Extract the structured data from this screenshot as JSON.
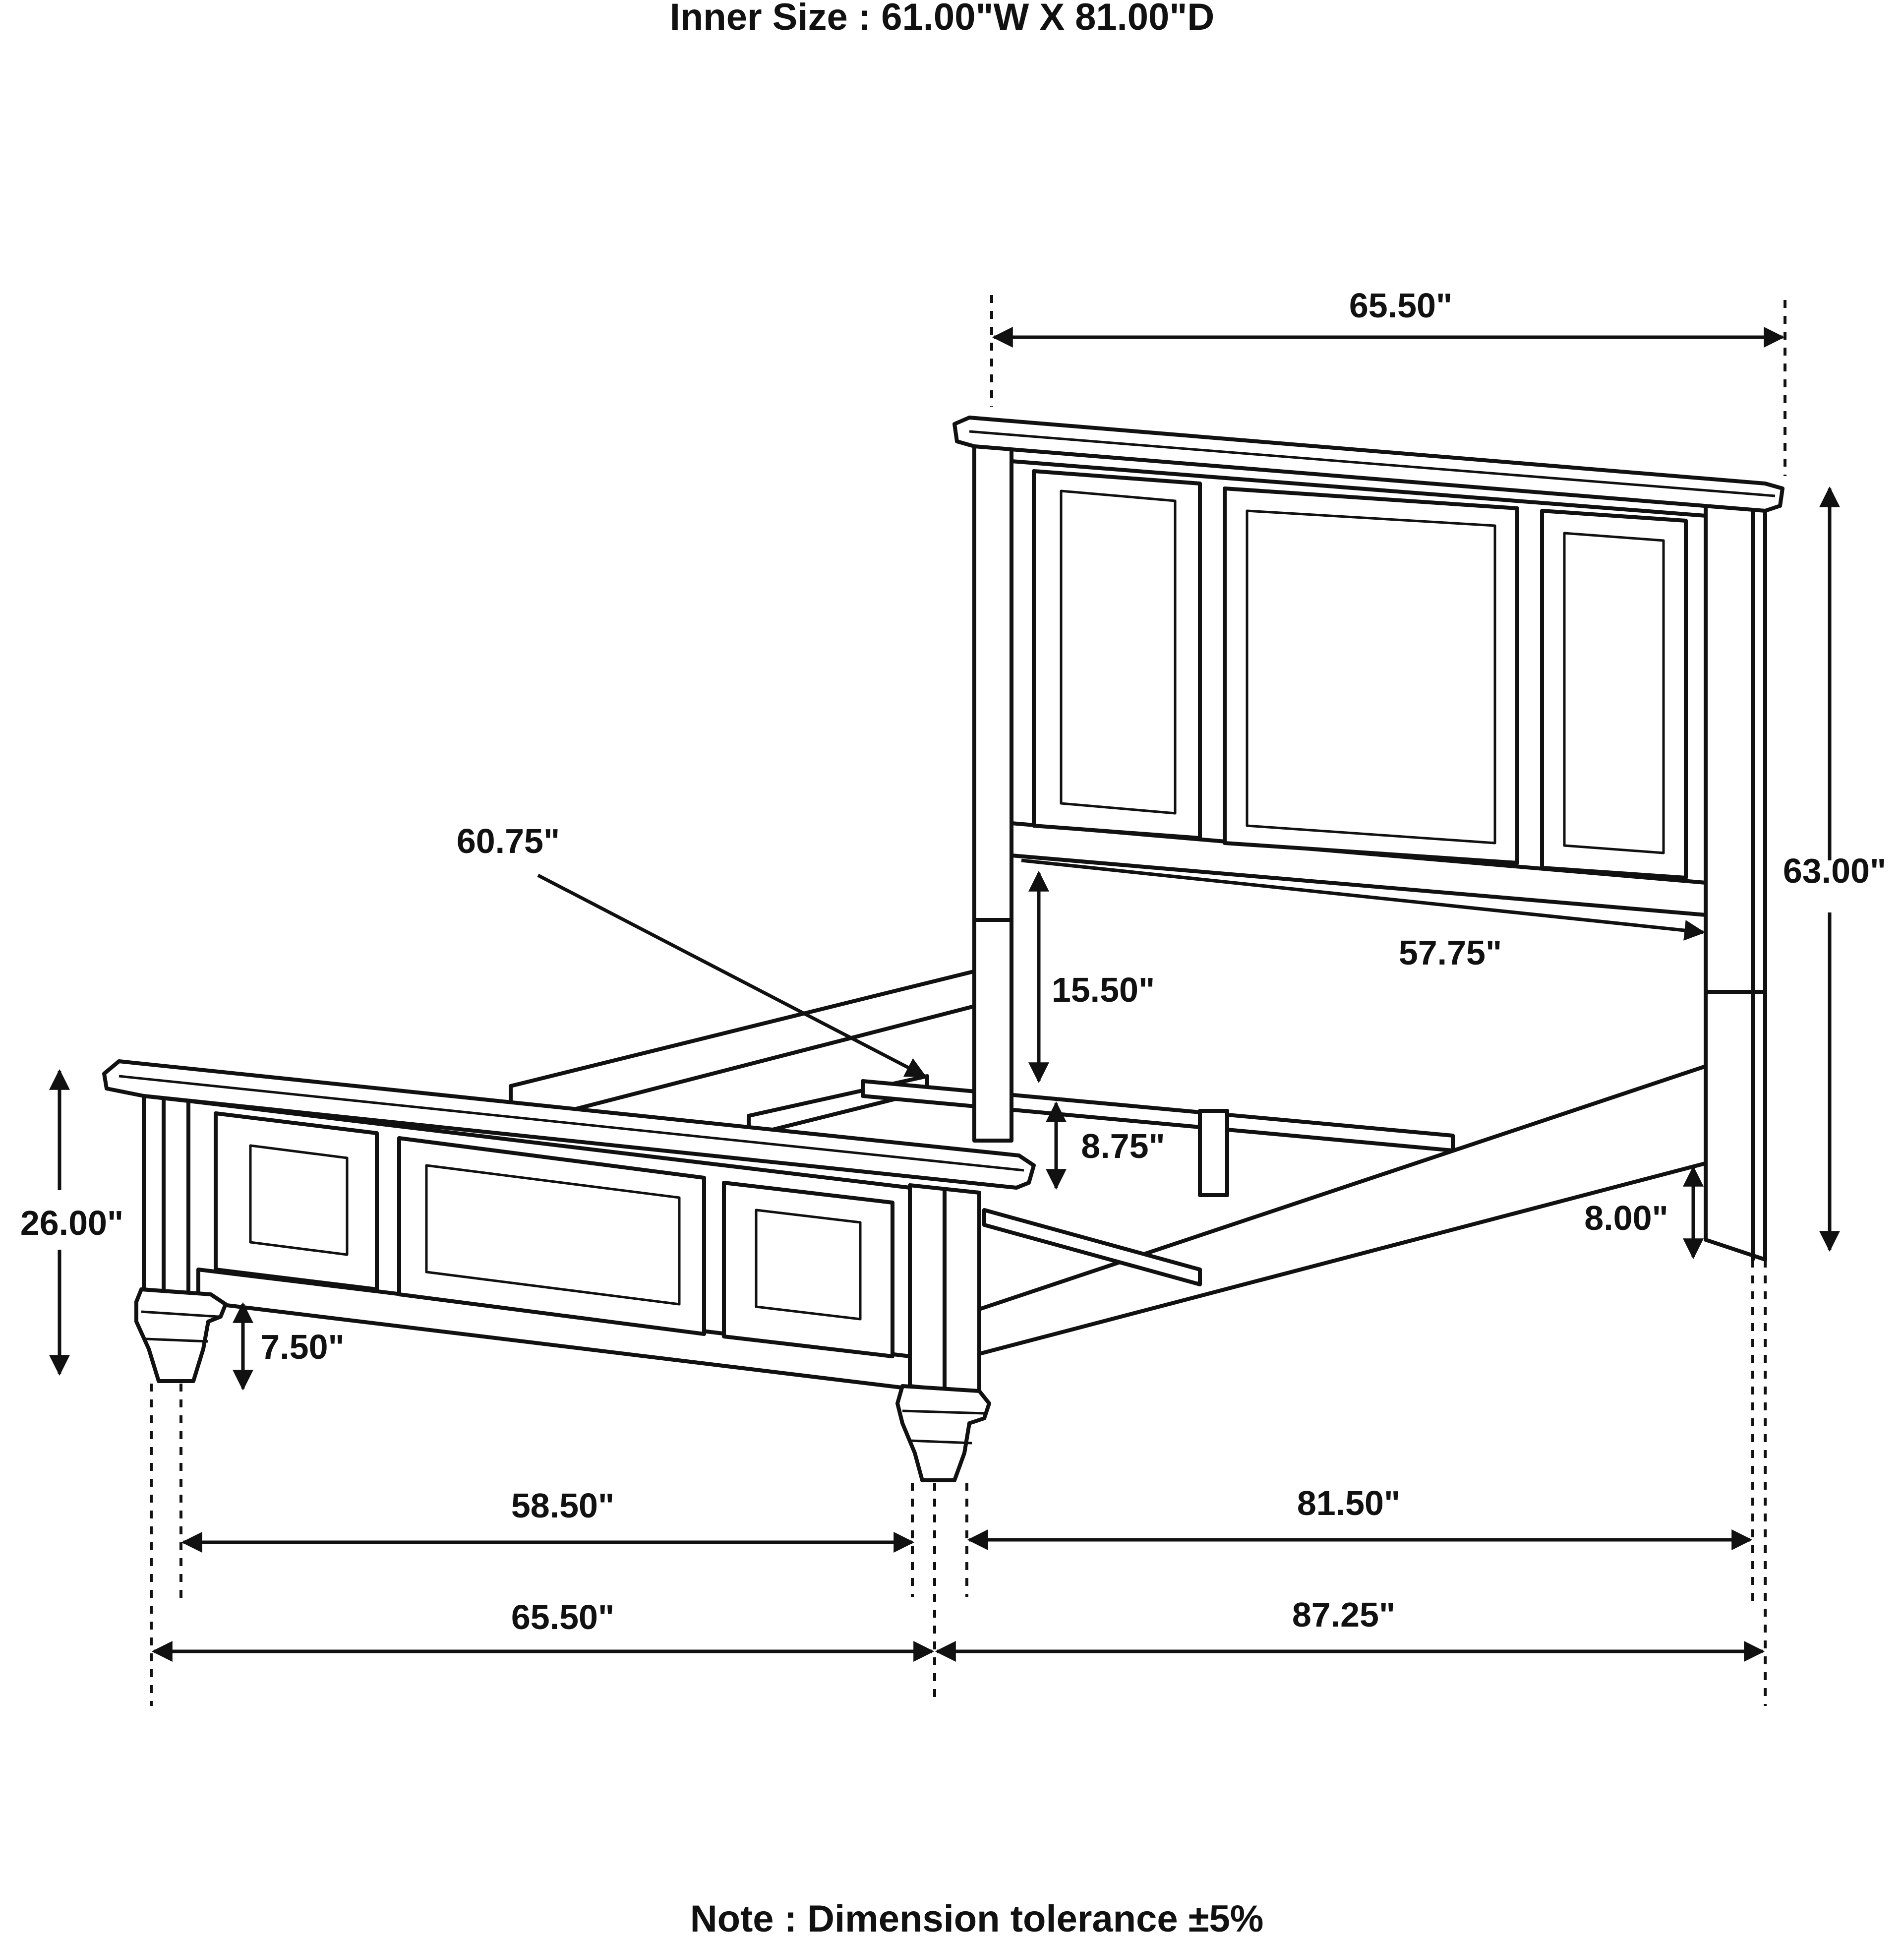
{
  "header": {
    "inner_size": "Inner Size : 61.00\"W X 81.00\"D"
  },
  "footer": {
    "note": "Note : Dimension tolerance ±5%"
  },
  "dimensions": {
    "headboard_width": "65.50\"",
    "headboard_height": "63.00\"",
    "headboard_inner_width": "57.75\"",
    "headboard_clearance": "15.50\"",
    "diagonal": "60.75\"",
    "rail_height": "8.75\"",
    "side_rail_ground": "8.00\"",
    "footboard_height": "26.00\"",
    "foot_height": "7.50\"",
    "footboard_inner_width": "58.50\"",
    "overall_width": "65.50\"",
    "inner_length": "81.50\"",
    "overall_length": "87.25\""
  },
  "colors": {
    "ink": "#111111",
    "background": "#ffffff"
  }
}
